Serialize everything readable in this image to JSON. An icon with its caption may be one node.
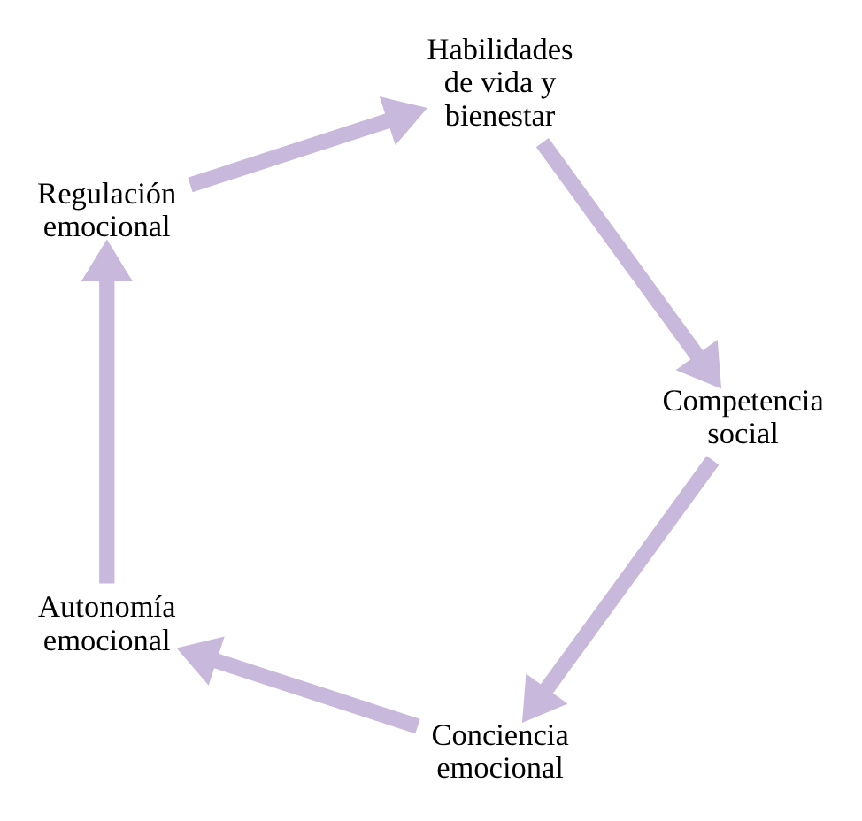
{
  "diagram": {
    "nodes": [
      {
        "text": [
          "Conciencia emocional"
        ]
      },
      {
        "text": [
          "Autonomía emocional"
        ]
      },
      {
        "text": [
          "Regulación emocional"
        ]
      },
      {
        "text": [
          "Habilidades de vida y bienestar"
        ]
      },
      {
        "text": [
          "Competencia social"
        ]
      }
    ],
    "edges": [
      {
        "from": 0,
        "to": 1,
        "arrow": "to"
      },
      {
        "from": 1,
        "to": 2,
        "arrow": "to"
      },
      {
        "from": 2,
        "to": 3,
        "arrow": "to"
      },
      {
        "from": 3,
        "to": 4,
        "arrow": "to"
      },
      {
        "from": 4,
        "to": 0,
        "arrow": "to"
      }
    ]
  }
}
